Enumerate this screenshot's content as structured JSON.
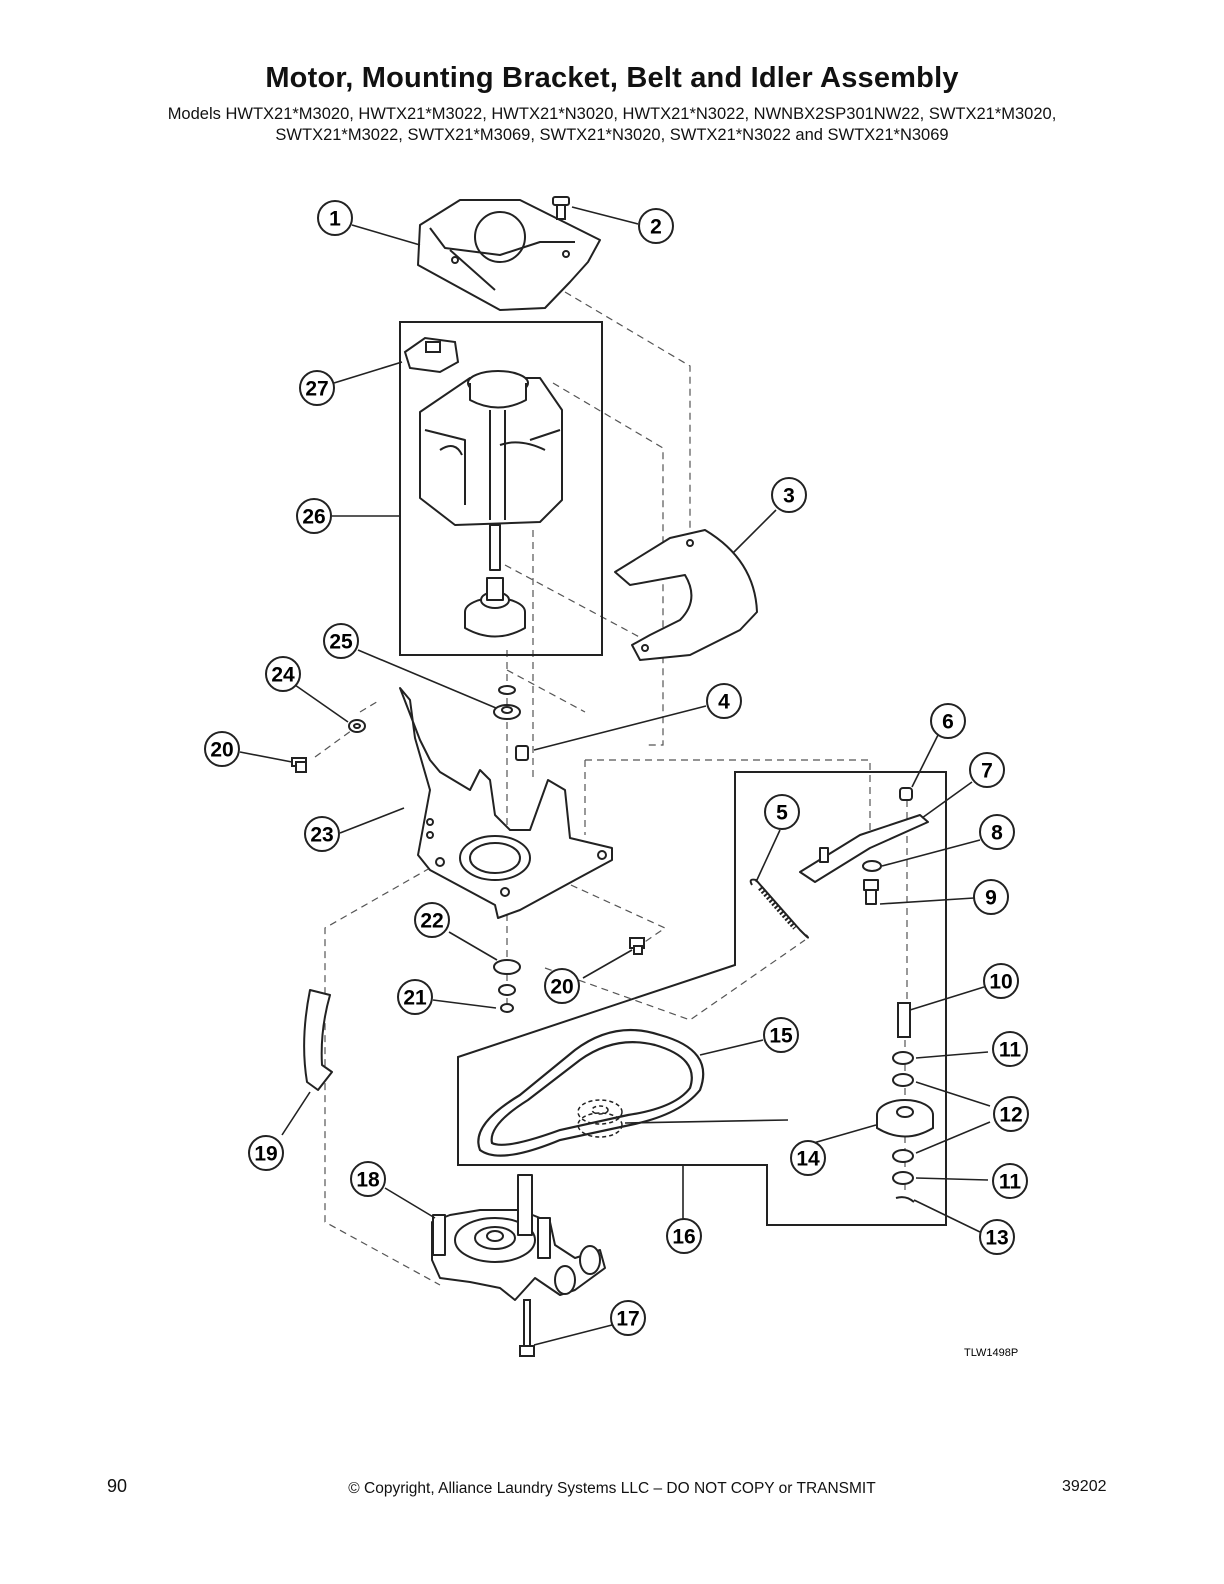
{
  "header": {
    "title": "Motor, Mounting Bracket, Belt and Idler Assembly",
    "models_line1": "Models HWTX21*M3020, HWTX21*M3022, HWTX21*N3020, HWTX21*N3022, NWNBX2SP301NW22, SWTX21*M3020,",
    "models_line2": "SWTX21*M3022, SWTX21*M3069, SWTX21*N3020, SWTX21*N3022 and SWTX21*N3069"
  },
  "diagram": {
    "reference_code": "TLW1498P",
    "callouts": [
      {
        "id": "c1",
        "label": "1"
      },
      {
        "id": "c2",
        "label": "2"
      },
      {
        "id": "c3",
        "label": "3"
      },
      {
        "id": "c4",
        "label": "4"
      },
      {
        "id": "c5",
        "label": "5"
      },
      {
        "id": "c6",
        "label": "6"
      },
      {
        "id": "c7",
        "label": "7"
      },
      {
        "id": "c8",
        "label": "8"
      },
      {
        "id": "c9",
        "label": "9"
      },
      {
        "id": "c10",
        "label": "10"
      },
      {
        "id": "c11a",
        "label": "11"
      },
      {
        "id": "c11b",
        "label": "11"
      },
      {
        "id": "c12",
        "label": "12"
      },
      {
        "id": "c13",
        "label": "13"
      },
      {
        "id": "c14",
        "label": "14"
      },
      {
        "id": "c15",
        "label": "15"
      },
      {
        "id": "c16",
        "label": "16"
      },
      {
        "id": "c17",
        "label": "17"
      },
      {
        "id": "c18",
        "label": "18"
      },
      {
        "id": "c19",
        "label": "19"
      },
      {
        "id": "c20a",
        "label": "20"
      },
      {
        "id": "c20b",
        "label": "20"
      },
      {
        "id": "c21",
        "label": "21"
      },
      {
        "id": "c22",
        "label": "22"
      },
      {
        "id": "c23",
        "label": "23"
      },
      {
        "id": "c24",
        "label": "24"
      },
      {
        "id": "c25",
        "label": "25"
      },
      {
        "id": "c26",
        "label": "26"
      },
      {
        "id": "c27",
        "label": "27"
      }
    ]
  },
  "footer": {
    "page_number": "90",
    "copyright": "© Copyright, Alliance Laundry Systems LLC – DO NOT COPY or TRANSMIT",
    "doc_number": "39202"
  }
}
